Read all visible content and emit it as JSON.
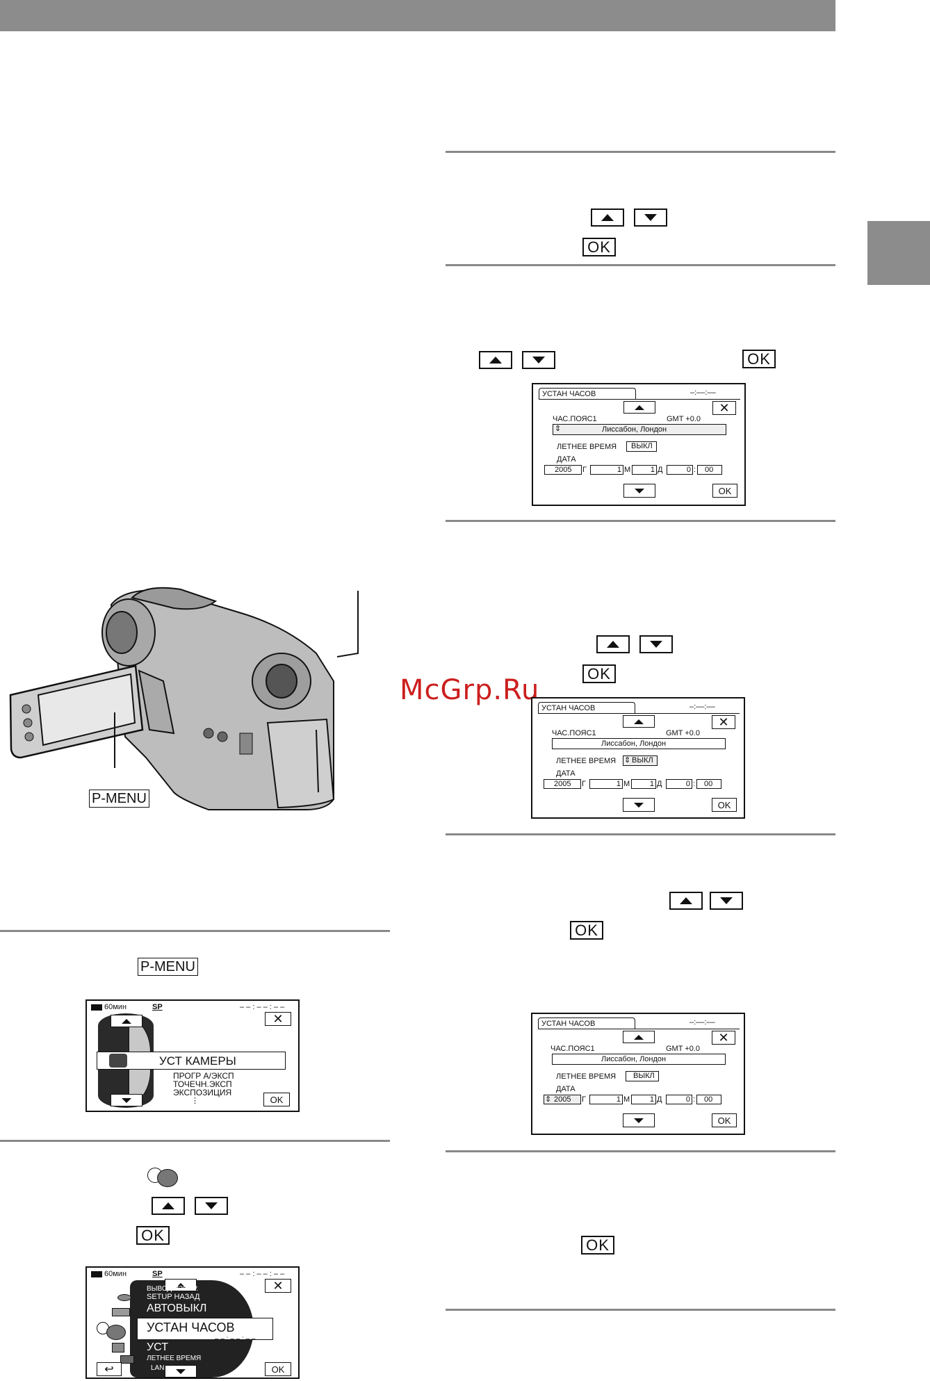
{
  "pmenu_label": "P-MENU",
  "ok_label": "OK",
  "watermark": "McGrp.Ru",
  "close_symbol": "✕",
  "clock_screen": {
    "title": "УСТАН ЧАСОВ",
    "time_placeholder": "–:––:––",
    "zone_label": "ЧАС.ПОЯС1",
    "gmt": "GMT  +0.0",
    "zone_value": "Лиссабон, Лондон",
    "dst_label": "ЛЕТНЕЕ ВРЕМЯ",
    "dst_value": "ВЫКЛ",
    "date_label": "ДАТА",
    "year": "2005",
    "year_unit": "Г",
    "month": "1",
    "month_unit": "М",
    "day": "1",
    "day_unit": "Д",
    "hour": "0",
    "minute": "00",
    "sep": ":"
  },
  "menu_screen1": {
    "battery": "60мин",
    "mode": "SP",
    "time_placeholder": "– – : – – : – –",
    "highlight": "УСТ КАМЕРЫ",
    "items": [
      "ПРОГР А/ЭКСП",
      "ТОЧЕЧН.ЭКСП",
      "ЭКСПОЗИЦИЯ"
    ],
    "more": "⋮"
  },
  "menu_screen2": {
    "battery": "60мин",
    "mode": "SP",
    "time_placeholder": "– – : – – : – –",
    "item_top": "ВЫВОД ИЗОБР.",
    "item_back": "SETUP НАЗАД",
    "item_auto": "АВТОВЫКЛ",
    "highlight": "УСТАН ЧАСОВ",
    "highlight_time": "– – : – – : – –",
    "item_partial": "УСТ",
    "item_dst": "ЛЕТНЕЕ ВРЕМЯ",
    "item_lang": "LANGU"
  }
}
